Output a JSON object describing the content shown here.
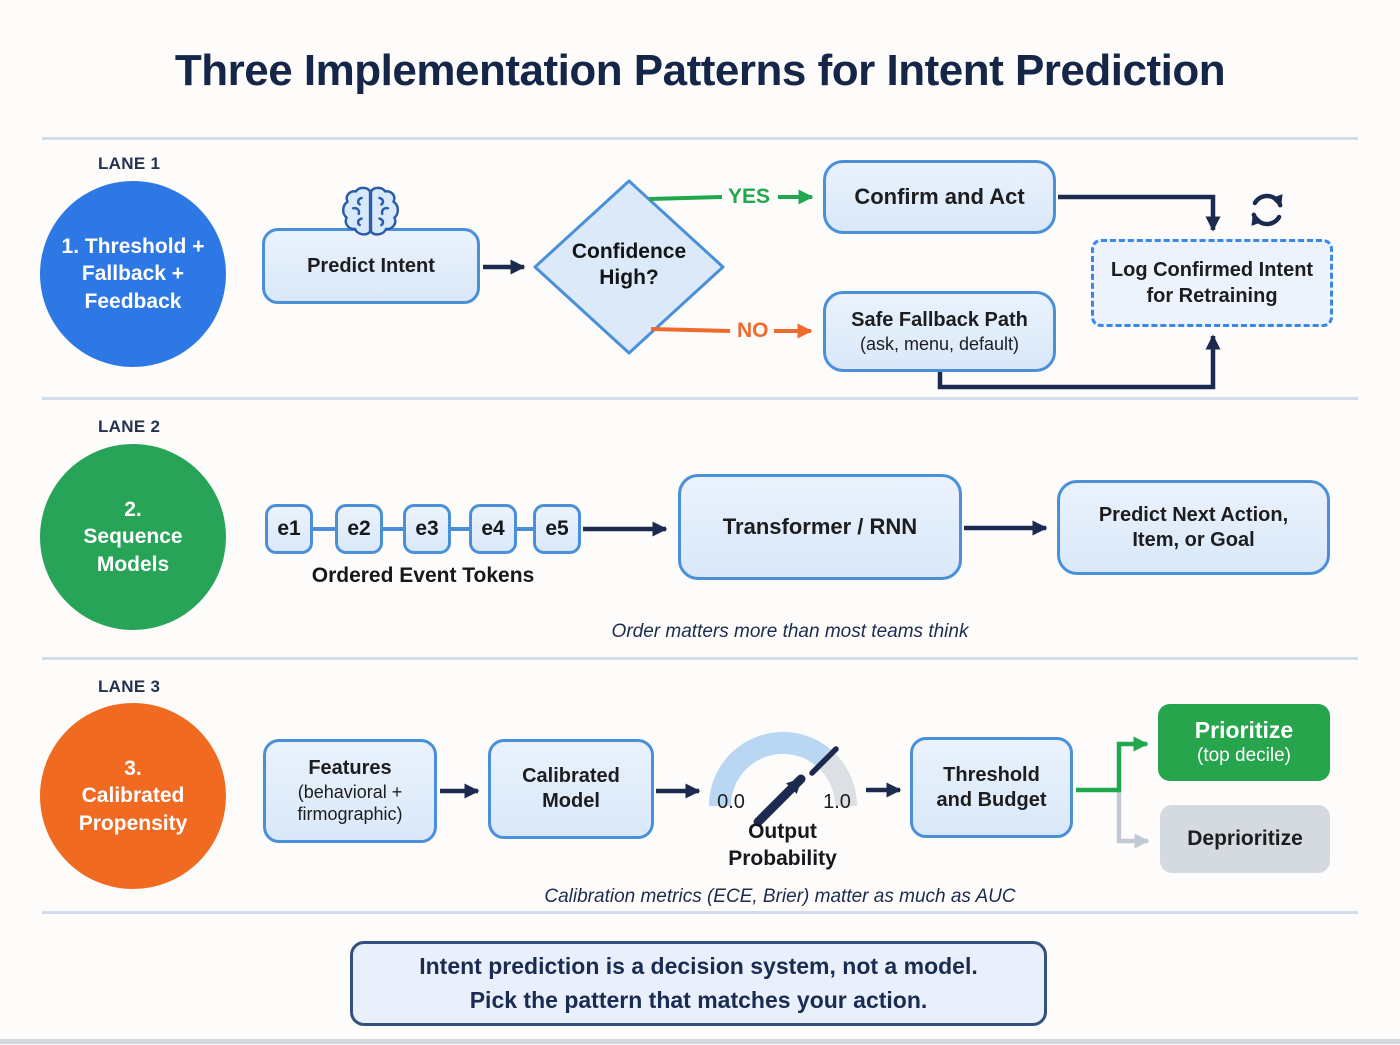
{
  "title": "Three Implementation Patterns for Intent Prediction",
  "colors": {
    "background": "#fdfcfa",
    "title_text": "#152649",
    "navy": "#1b2a4e",
    "node_border": "#4a90d9",
    "dashed_border": "#3b87e8",
    "blue_badge": "#2d78e4",
    "green_badge": "#27a457",
    "orange_badge": "#f16a22",
    "yes_green": "#22a84c",
    "no_orange": "#f06a2e",
    "prioritize_green": "#26a54c",
    "gray_box": "#d5d9e0",
    "gray_arrow": "#c3c9d4",
    "gauge_blue": "#b9d7f3",
    "gauge_gray": "#dcdfe4",
    "separator": "#d3dcea",
    "note_text": "#1c2c4e",
    "text_dark": "#1d1d1f",
    "footer_border": "#33507e",
    "footer_fill": "#e9effb"
  },
  "lane1": {
    "label": "LANE 1",
    "badge": "1. Threshold + Fallback + Feedback",
    "predict": "Predict Intent",
    "decision": "Confidence High?",
    "yes": "YES",
    "no": "NO",
    "confirm": "Confirm and Act",
    "fallback_title": "Safe Fallback Path",
    "fallback_sub": "(ask, menu, default)",
    "log": "Log Confirmed Intent for Retraining"
  },
  "lane2": {
    "label": "LANE 2",
    "badge": "2. Sequence Models",
    "tokens": [
      "e1",
      "e2",
      "e3",
      "e4",
      "e5"
    ],
    "tokens_caption": "Ordered Event Tokens",
    "model": "Transformer / RNN",
    "output": "Predict Next Action, Item, or Goal",
    "note": "Order matters more than most teams think"
  },
  "lane3": {
    "label": "LANE 3",
    "badge": "3. Calibrated Propensity",
    "features_title": "Features",
    "features_sub": "(behavioral + firmographic)",
    "model": "Calibrated Model",
    "gauge_min": "0.0",
    "gauge_max": "1.0",
    "gauge_label": "Output Probability",
    "threshold": "Threshold and Budget",
    "prioritize_title": "Prioritize",
    "prioritize_sub": "(top decile)",
    "deprioritize": "Deprioritize",
    "note": "Calibration metrics (ECE, Brier) matter as much as AUC"
  },
  "footer": {
    "line1": "Intent prediction is a decision system, not a model.",
    "line2": "Pick the pattern that matches your action."
  },
  "icons": {
    "brain": "brain-icon",
    "refresh": "retraining-loop-icon",
    "gauge": "probability-gauge"
  }
}
